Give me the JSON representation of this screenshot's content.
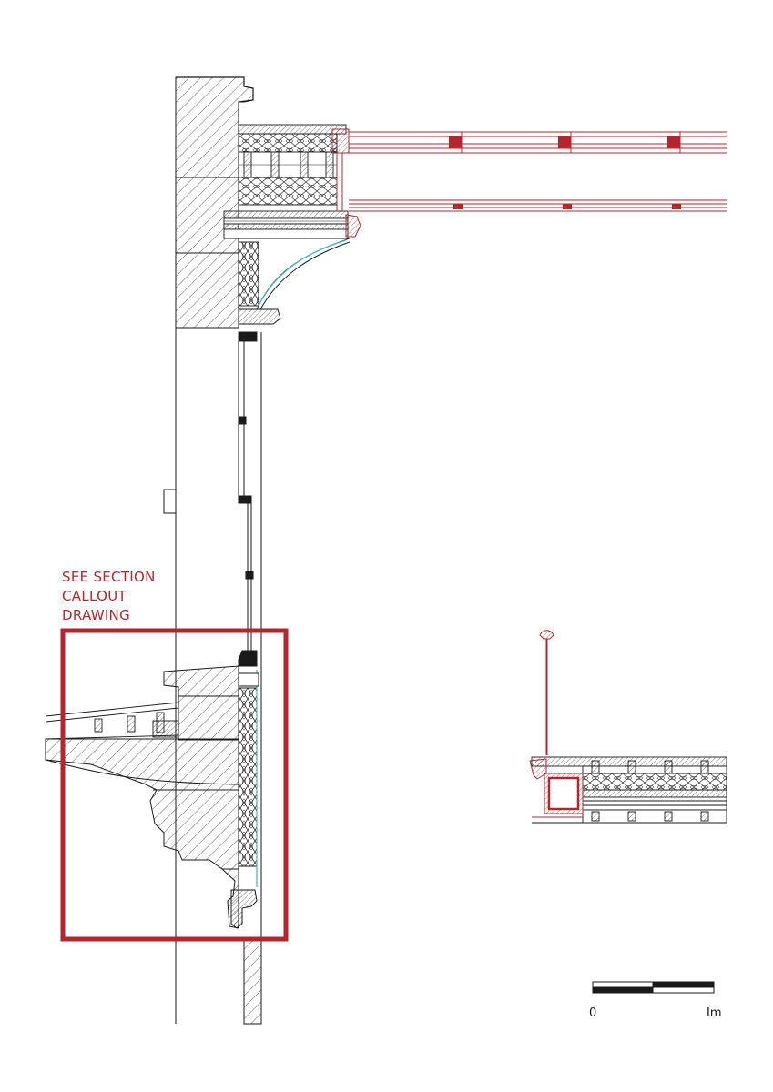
{
  "callout": {
    "line1": "SEE SECTION",
    "line2": "CALLOUT",
    "line3": "DRAWING"
  },
  "scale_bar": {
    "label_start": "0",
    "label_end": "Im"
  },
  "colors": {
    "accent_red": "#b5262c",
    "ink": "#1a1a1a",
    "membrane_cyan": "#3fb6c6"
  }
}
